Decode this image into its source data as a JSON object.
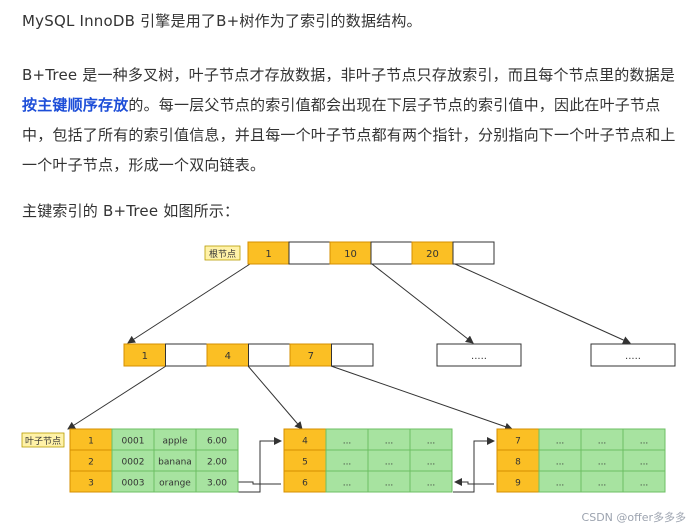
{
  "paragraphs": {
    "p1": "MySQL InnoDB 引擎是用了B+树作为了索引的数据结构。",
    "p2_part1": "B+Tree 是一种多叉树，叶子节点才存放数据，非叶子节点只存放索引，而且每个节点里的数据是",
    "p2_highlight": "按主键顺序存放",
    "p2_part2": "的。每一层父节点的索引值都会出现在下层子节点的索引值中，因此在叶子节点中，包括了所有的索引值信息，并且每一个叶子节点都有两个指针，分别指向下一个叶子节点和上一个叶子节点，形成一个双向链表。",
    "p3": "主键索引的 B+Tree 如图所示："
  },
  "diagram": {
    "root_label": "根节点",
    "leaf_label": "叶子节点",
    "root_keys": [
      "1",
      "10",
      "20"
    ],
    "inner_keys": [
      "1",
      "4",
      "7"
    ],
    "placeholder_node": ".....",
    "leaf1_rows": [
      [
        "1",
        "0001",
        "apple",
        "6.00"
      ],
      [
        "2",
        "0002",
        "banana",
        "2.00"
      ],
      [
        "3",
        "0003",
        "orange",
        "3.00"
      ]
    ],
    "leaf2_keys": [
      "4",
      "5",
      "6"
    ],
    "leaf3_keys": [
      "7",
      "8",
      "9"
    ],
    "ellipsis": "...",
    "colors": {
      "key_fill": "#fbbf24",
      "key_stroke": "#d68f00",
      "data_fill": "#a7e3a0",
      "data_stroke": "#6cbf63",
      "label_fill": "#fff2a8"
    }
  },
  "watermark": "CSDN @offer多多多"
}
